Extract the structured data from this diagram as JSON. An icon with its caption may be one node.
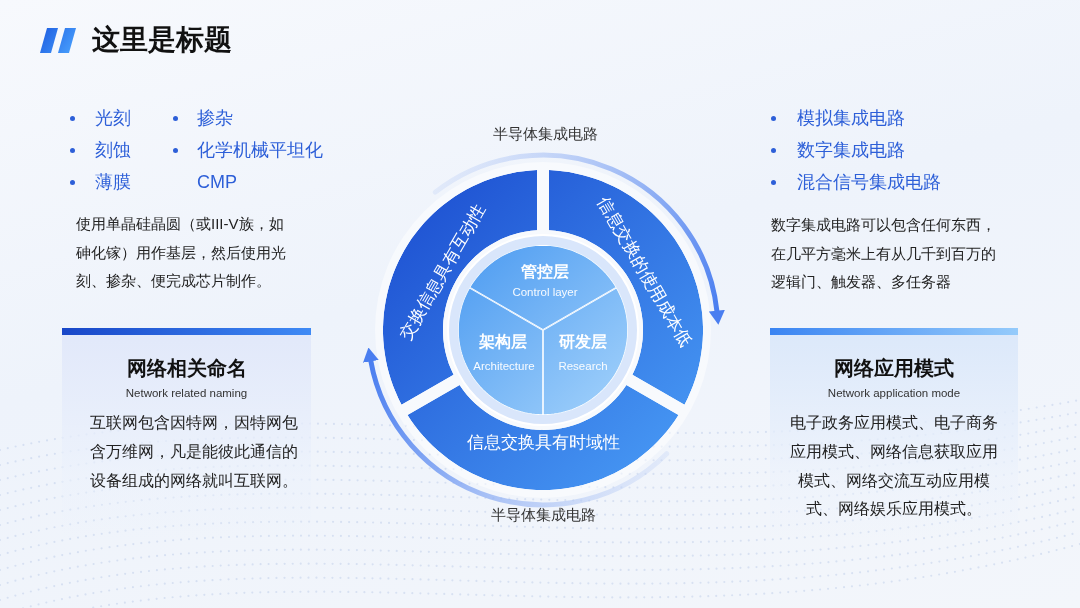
{
  "diagram": {
    "title": "这里是标题",
    "nodes": [
      {
        "text": [
          "交换信息具有互动性"
        ]
      },
      {
        "text": [
          "信息交换的使用成本低"
        ]
      },
      {
        "text": [
          "管控层",
          "Control layer"
        ]
      },
      {
        "text": [
          "架构层",
          "Architecture"
        ]
      },
      {
        "text": [
          "研发层",
          "Research"
        ]
      },
      {
        "text": [
          "信息交换具有时域性"
        ]
      },
      {
        "text": [
          "网络相关命名",
          "Network related naming",
          "互联网包含因特网，因特网包含万维网，凡是能彼此通信的设备组成的网络就叫互联网。"
        ]
      },
      {
        "text": [
          "网络应用模式",
          "Network application mode",
          "电子政务应用模式、电子商务应用模式、网络信息获取应用模式、网络交流互动应用模式、网络娱乐应用模式。"
        ]
      }
    ],
    "labels": [
      "光刻",
      "刻蚀",
      "薄膜",
      "掺杂",
      "化学机械平坦化 CMP",
      "使用单晶硅晶圆（或III-V族，如砷化镓）用作基层，然后使用光刻、掺杂、便完成芯片制作。",
      "半导体集成电路",
      "模拟集成电路",
      "数字集成电路",
      "混合信号集成电路",
      "数字集成电路可以包含任何东西，在几平方毫米上有从几千到百万的逻辑门、触发器、多任务器",
      "半导体集成电路"
    ]
  }
}
